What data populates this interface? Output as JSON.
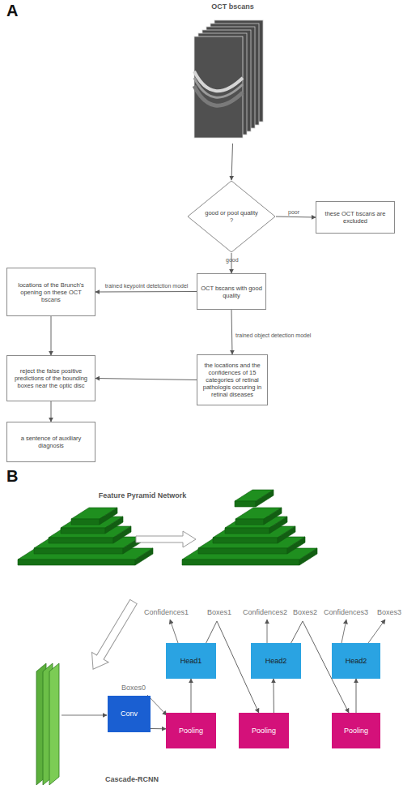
{
  "diagram": {
    "nodes": [
      {
        "text": [
          "OCT bscans"
        ]
      },
      {
        "text": [
          "good or pool quality ?"
        ]
      },
      {
        "text": [
          "these OCT bscans are excluded"
        ]
      },
      {
        "text": [
          "OCT bscans with good quality"
        ]
      },
      {
        "text": [
          "locations of the Brunch's opening on these OCT bscans"
        ]
      },
      {
        "text": [
          "the locations and the confidences of 15 categories of retinal pathologis occuring in retinal diseases"
        ]
      },
      {
        "text": [
          "reject the false positive predictions of the bounding boxes near the optic disc"
        ]
      },
      {
        "text": [
          "a sentence of auxiliary diagnosis"
        ]
      },
      {
        "text": [
          "Conv"
        ]
      },
      {
        "text": [
          "Pooling"
        ]
      },
      {
        "text": [
          "Head1"
        ]
      },
      {
        "text": [
          "Pooling"
        ]
      },
      {
        "text": [
          "Head2"
        ]
      },
      {
        "text": [
          "Pooling"
        ]
      },
      {
        "text": [
          "Head2"
        ]
      }
    ],
    "edges": [
      {
        "from": 0,
        "to": 1,
        "arrow": "to"
      },
      {
        "from": 1,
        "to": 2,
        "label": "poor",
        "arrow": "to"
      },
      {
        "from": 1,
        "to": 3,
        "label": "good",
        "arrow": "to"
      },
      {
        "from": 3,
        "to": 4,
        "label": "trained keypoint detetction model",
        "arrow": "to"
      },
      {
        "from": 3,
        "to": 5,
        "label": "trained object detection model",
        "arrow": "to"
      },
      {
        "from": 4,
        "to": 6,
        "arrow": "to"
      },
      {
        "from": 5,
        "to": 6,
        "arrow": "to"
      },
      {
        "from": 6,
        "to": 7,
        "arrow": "to"
      },
      {
        "from": 8,
        "to": 9,
        "arrow": "to"
      },
      {
        "from": 9,
        "to": 10,
        "arrow": "to"
      },
      {
        "from": 10,
        "to": 11,
        "arrow": "to"
      },
      {
        "from": 11,
        "to": 12,
        "arrow": "to"
      },
      {
        "from": 12,
        "to": 13,
        "arrow": "to"
      },
      {
        "from": 13,
        "to": 14,
        "arrow": "to"
      }
    ],
    "labels": [
      "A",
      "B",
      "Feature Pyramid Network",
      "Confidences1",
      "Boxes1",
      "Confidences2",
      "Boxes2",
      "Confidences3",
      "Boxes3",
      "Boxes0",
      "Cascade-RCNN"
    ]
  }
}
